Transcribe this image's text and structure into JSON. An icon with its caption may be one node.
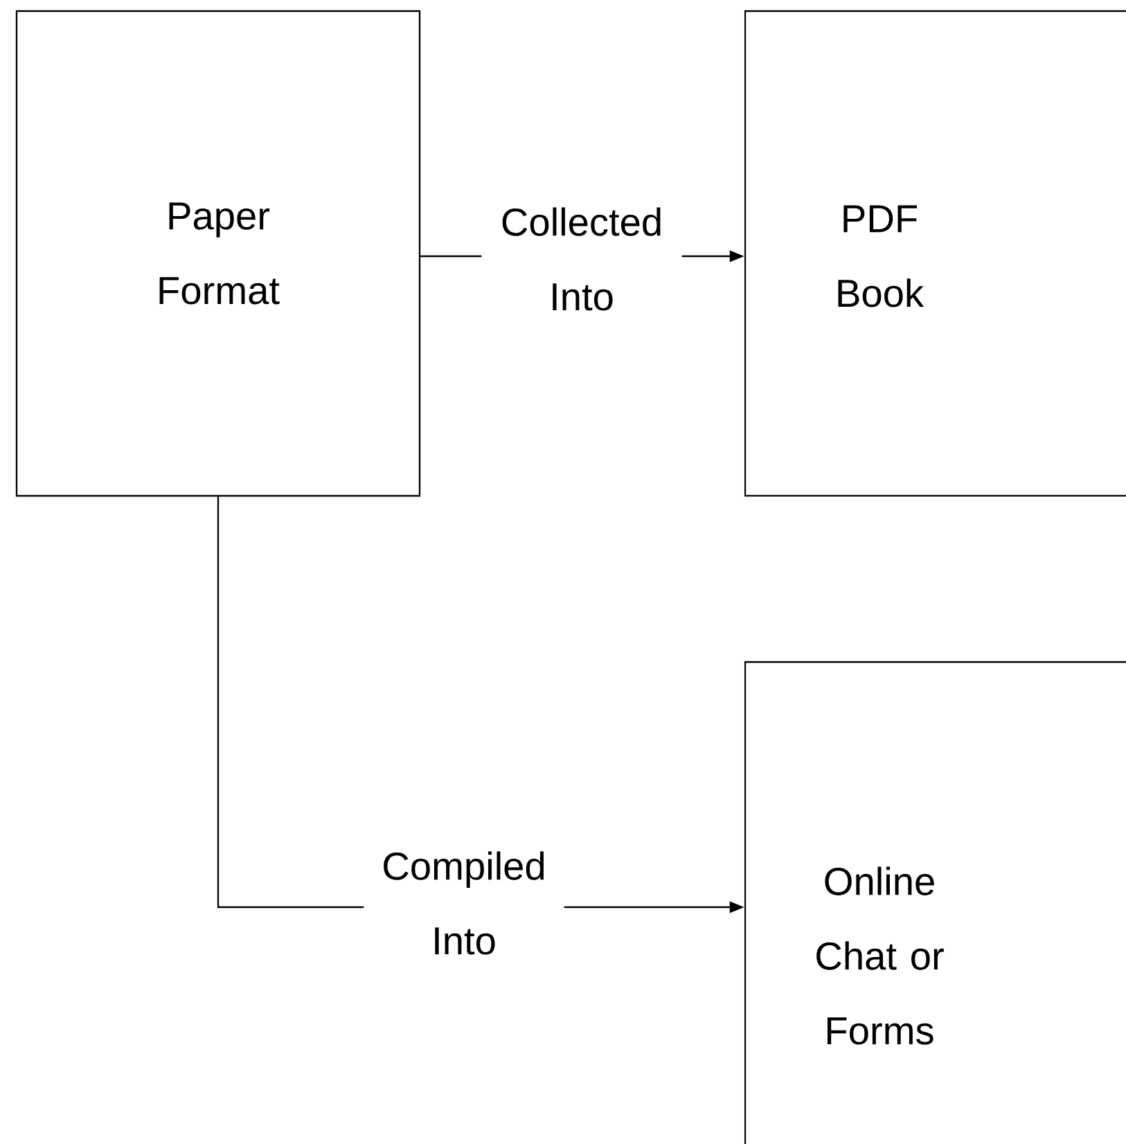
{
  "diagram": {
    "nodes": [
      {
        "text": [
          "Paper Format"
        ]
      },
      {
        "text": [
          "PDF Book"
        ]
      },
      {
        "text": [
          "Online Chat or Forms"
        ]
      }
    ],
    "edges": [
      {
        "from": 0,
        "to": 1,
        "arrow": "to",
        "label": "Collected Into"
      },
      {
        "from": 0,
        "to": 2,
        "arrow": "to",
        "label": "Compiled Into"
      }
    ]
  }
}
